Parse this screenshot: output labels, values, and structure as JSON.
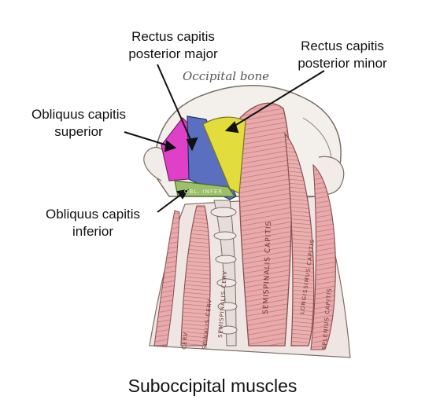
{
  "labels": {
    "rcp_major_line1": "Rectus capitis",
    "rcp_major_line2": "posterior major",
    "rcp_minor_line1": "Rectus capitis",
    "rcp_minor_line2": "posterior minor",
    "obl_sup_line1": "Obliquus capitis",
    "obl_sup_line2": "superior",
    "obl_inf_line1": "Obliquus capitis",
    "obl_inf_line2": "inferior",
    "occipital_bone": "Occipital bone"
  },
  "inlays": {
    "semispinalis_capitis": "SEMISPINALIS CAPITIS",
    "longissimus_capitis": "LONGISSIMUS CAPITIS",
    "splenius_capitis": "SPLENIUS CAPITIS",
    "semispinalis_cerv": "SEMISPINALIS CERV",
    "spinalis_cerv": "SPINALIS CERV",
    "cerv": "CERV",
    "obl_inf_inlay": "OBL. INFER"
  },
  "caption": "Suboccipital muscles",
  "colors": {
    "magenta": "#e040c8",
    "blue": "#5a6fc0",
    "yellow": "#e2dc3c",
    "green": "#9cc06a",
    "muscle": "#e6a8a8",
    "muscle_dark": "#b86f72",
    "bone": "#f2eeea"
  }
}
